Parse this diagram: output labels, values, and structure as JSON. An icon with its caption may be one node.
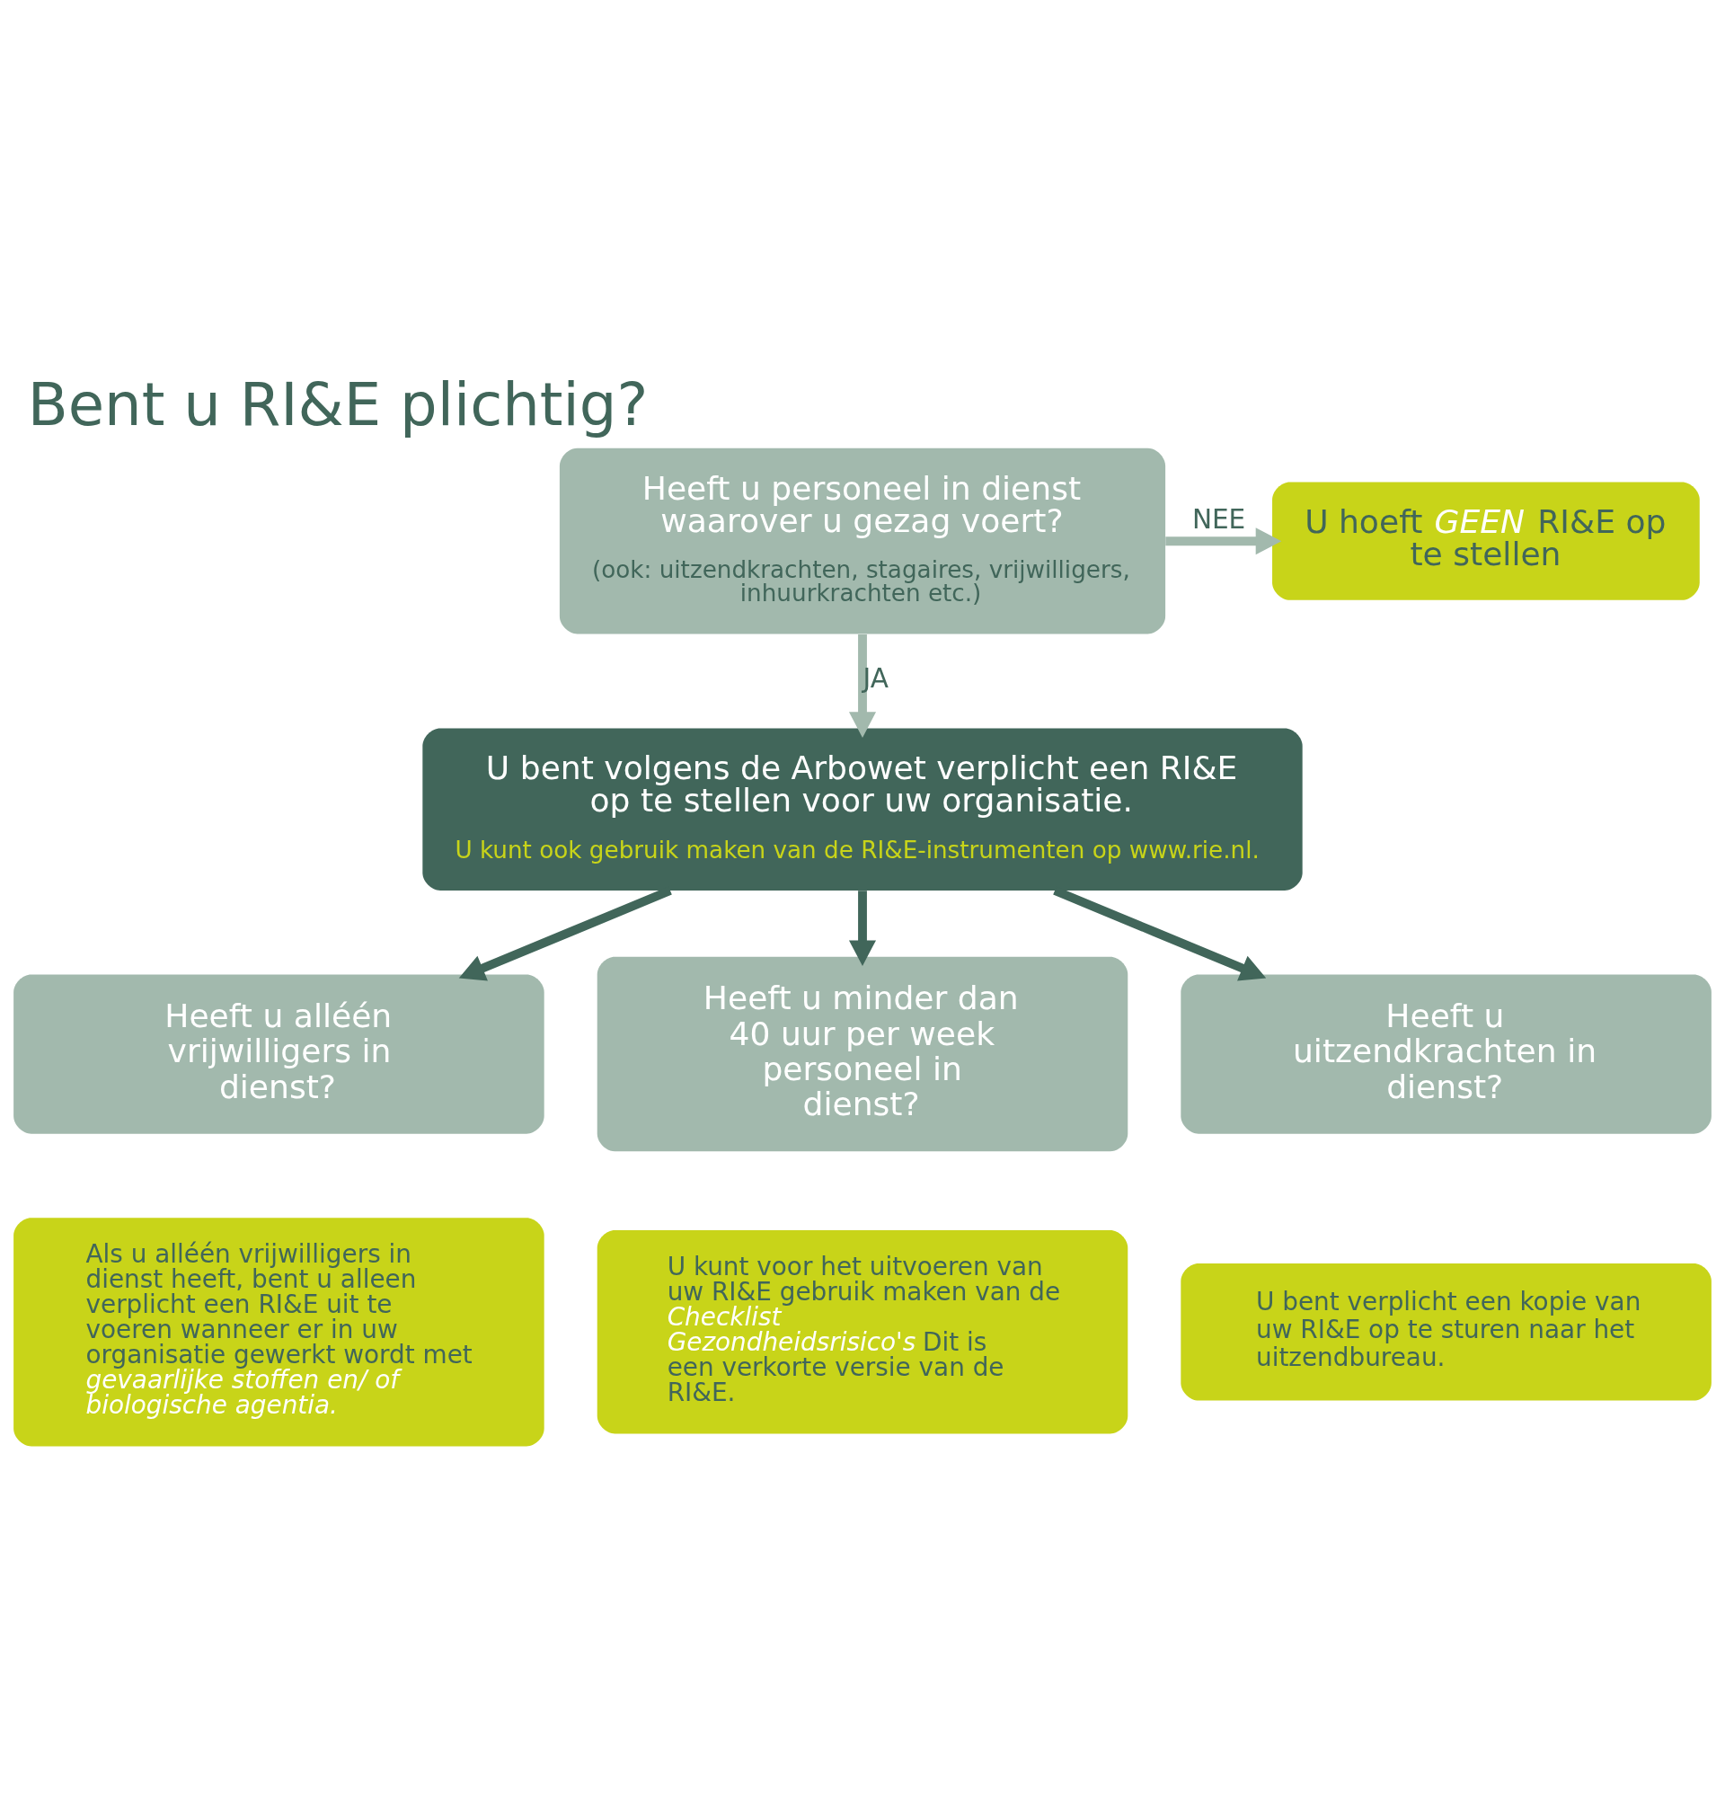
{
  "diagram": {
    "title": "Bent u RI&E plichtig?",
    "nodes": [
      {
        "text": [
          "Heeft u personeel in dienst waarover u gezag voert?",
          "(ook: uitzendkrachten, stagaires, vrijwilligers, inhuurkrachten etc.)"
        ]
      },
      {
        "text": [
          "U hoeft *GEEN* RI&E op te stellen"
        ]
      },
      {
        "text": [
          "U bent volgens de Arbowet verplicht een RI&E op te stellen voor uw organisatie.",
          "U kunt ook gebruik maken van de RI&E-instrumenten op www.rie.nl."
        ]
      },
      {
        "text": [
          "Heeft u alléén vrijwilligers in dienst?"
        ]
      },
      {
        "text": [
          "Heeft u minder dan 40 uur per week personeel in dienst?"
        ]
      },
      {
        "text": [
          "Heeft u uitzendkrachten in dienst?"
        ]
      },
      {
        "text": [
          "Als u alléén vrijwilligers in dienst heeft, bent u alleen verplicht een RI&E uit te voeren wanneer er in uw organisatie gewerkt wordt met *gevaarlijke stoffen en/ of biologische agentia.*"
        ]
      },
      {
        "text": [
          "U kunt voor het uitvoeren van uw RI&E gebruik maken van de *Checklist Gezondheidsrisico's* Dit is een verkorte versie van de RI&E."
        ]
      },
      {
        "text": [
          "U bent verplicht een kopie van uw RI&E op te sturen naar het uitzendbureau."
        ]
      }
    ],
    "edges": [
      {
        "from": 0,
        "to": 1,
        "arrow": "to",
        "label": "NEE",
        "color": "#a2b9ad"
      },
      {
        "from": 0,
        "to": 2,
        "arrow": "to",
        "label": "JA",
        "color": "#a2b9ad"
      },
      {
        "from": 2,
        "to": 3,
        "arrow": "to"
      },
      {
        "from": 2,
        "to": 4,
        "arrow": "to"
      },
      {
        "from": 2,
        "to": 5,
        "arrow": "to"
      }
    ]
  }
}
